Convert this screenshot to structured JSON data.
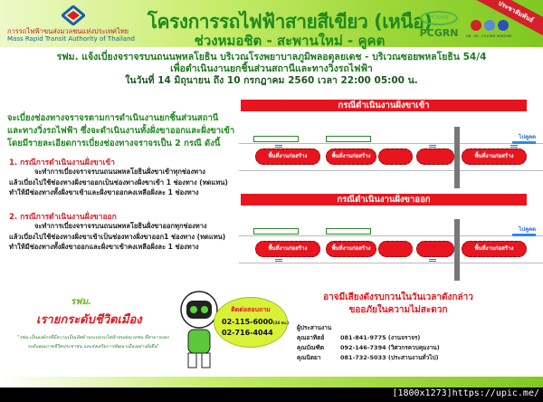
{
  "header": {
    "org_th": "การรถไฟฟ้าขนส่งมวลชนแห่งประเทศไทย",
    "org_en": "Mass Rapid Transit Authority of Thailand",
    "title": "โครงการรถไฟฟ้าสายสีเขียว (เหนือ)",
    "subtitle": "ช่วงหมอชิต - สะพานใหม่ - คูคต",
    "contractor": "PCGRN",
    "contractor_logo_text": "PCGRN",
    "jv_label": "UN - SH - CH JOINT VENTURE",
    "ribbon": "ประชาสัมพันธ์",
    "colors": {
      "title": "#1e8a1e",
      "accent_red": "#e8151e"
    }
  },
  "announcement": {
    "line1": "รฟม. แจ้งเบี่ยงจราจรบนถนนพหลโยธิน บริเวณโรงพยาบาลภูมิพลอดุลยเดช - บริเวณซอยพหลโยธิน 54/4",
    "line2": "เพื่อดำเนินงานยกชิ้นส่วนสถานีและทางวิ่งรถไฟฟ้า",
    "line3": "ในวันที่ 14 มิถุนายน ถึง 10 กรกฎาคม 2560 เวลา 22:00  05:00 น."
  },
  "intro": [
    "จะเบี่ยงช่องทางจราจรตามการดำเนินงานยกชิ้นส่วนสถานี",
    "และทางวิ่งรถไฟฟ้า ซึ่งจะดำเนินงานทั้งฝั่งขาออกและฝั่งขาเข้า",
    "โดยมีรายละเอียดการเบี่ยงช่องทางจราจรเป็น 2 กรณี ดังนี้"
  ],
  "cases": [
    {
      "heading": "1. กรณีการดำเนินงานฝั่งขาเข้า",
      "lines": [
        "จะทำการเบี่ยงจราจรบนถนนพหลโยธินฝั่งขาเข้าทุกช่องทาง",
        "แล้วเบี่ยงไปใช้ช่องทางฝั่งขาออกเป็นช่องทางฝั่งขาเข้า 1 ช่องทาง (ทดแทน)",
        "ทำให้มีช่องทางทั้งฝั่งขาเข้าและฝั่งขาออกคงเหลือฝั่งละ 1 ช่องทาง"
      ]
    },
    {
      "heading": "2. กรณีการดำเนินงานฝั่งขาออก",
      "lines": [
        "จะทำการเบี่ยงจราจรบนถนนพหลโยธินฝั่งขาออกทุกช่องทาง",
        "แล้วเบี่ยงไปใช้ช่องทางฝั่งขาเข้าเป็นช่องทางฝั่งขาออก1 ช่องทาง (ทดแทน)",
        "ทำให้มีช่องทางทั้งฝั่งขาออกและฝั่งขาเข้าคงเหลือฝั่งละ 1 ช่องทาง"
      ]
    }
  ],
  "diagrams": [
    {
      "banner": "กรณีดำเนินงานฝั่งขาเข้า",
      "zone_label": "พื้นที่งานก่อสร้าง",
      "destination": "ไปคูคต"
    },
    {
      "banner": "กรณีดำเนินงานฝั่งขาออก",
      "zone_label": "พื้นที่งานก่อสร้าง",
      "destination": "ไปคูคต"
    }
  ],
  "footer": {
    "mrta": "รฟม.",
    "slogan": "เรายกระดับชีวิตเมือง",
    "quote": "\"รฟม.เป็นองค์กรที่มีความเป็นเลิศด้านระบบรถไฟฟ้าขนส่งมวลชน ที่สามารถยกระดับคุณภาพชีวิตประชาชน และส่งเสริมการพัฒนาเมืองอย่างยั่งยืน\"",
    "contact_heading": "ติดต่อสอบถาม",
    "phone1": "02-115-6000",
    "phone1_note": "(24 ชม.)",
    "phone2": "02-716-4044",
    "apology1": "อาจมีเสียงดังรบกวนในวันเวลาดังกล่าว",
    "apology2": "ขออภัยในความไม่สะดวก",
    "coordinator_label": "ผู้ประสานงาน",
    "coordinators": [
      {
        "name": "คุณอาทิตย์",
        "phone": "081-841-9775 (งานจราจร)"
      },
      {
        "name": "คุณบัณฑิต",
        "phone": "092-146-7394 (วิศวกรควบคุมงาน)"
      },
      {
        "name": "คุณนิตยา",
        "phone": "081-732-5033 (ประสานงานทั่วไป)"
      }
    ]
  },
  "watermark": "[1800x1273]https://upic.me/"
}
